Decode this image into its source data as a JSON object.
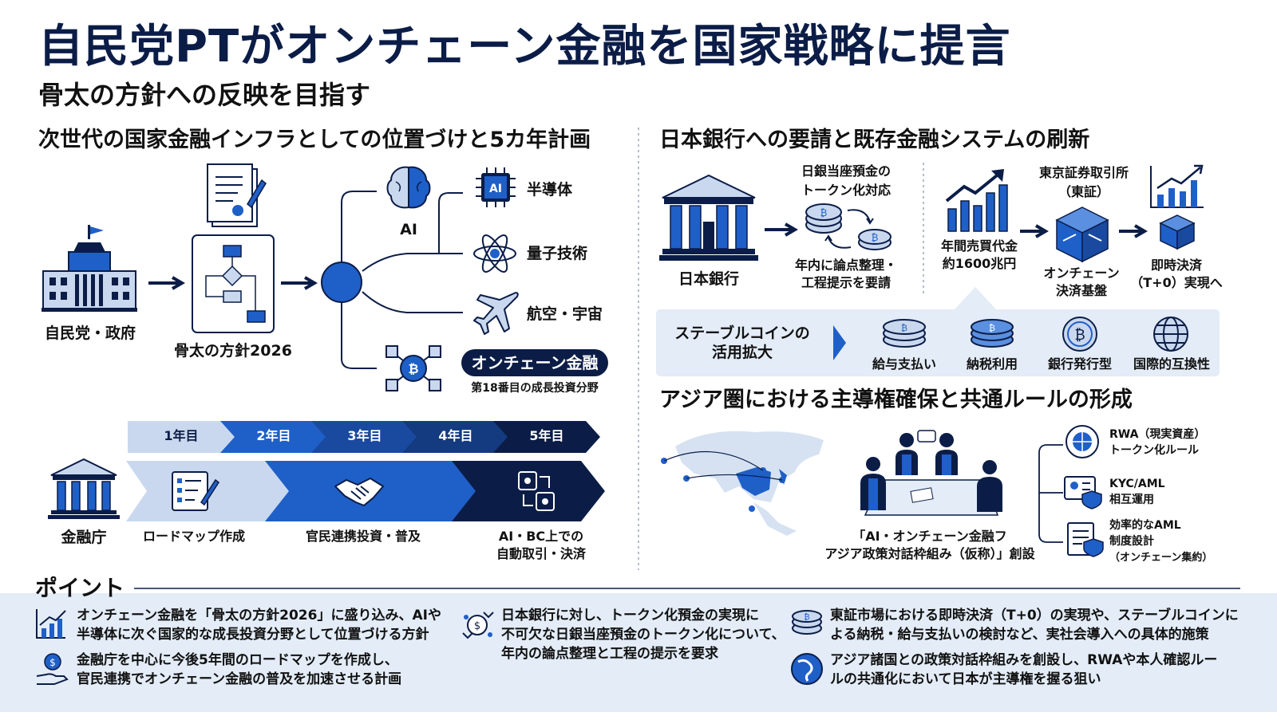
{
  "title": "自民党PTがオンチェーン金融を国家戦略に提言",
  "subtitle": "骨太の方針への反映を目指す",
  "left_section": {
    "heading": "次世代の国家金融インフラとしての位置づけと5カ年計画",
    "ldp": "自民党・政府",
    "honebuto": "骨太の方針2026",
    "fields": {
      "ai": "AI",
      "semiconductor": "半導体",
      "quantum": "量子技術",
      "aerospace": "航空・宇宙",
      "onchain": "オンチェーン金融",
      "onchain_note": "第18番目の成長投資分野"
    },
    "years": [
      "1年目",
      "2年目",
      "3年目",
      "4年目",
      "5年目"
    ],
    "fsa": "金融庁",
    "phases": [
      "ロードマップ作成",
      "官民連携投資・普及",
      "AI・BC上での",
      "自動取引・決済"
    ]
  },
  "right_section": {
    "heading": "日本銀行への要請と既存金融システムの刷新",
    "boj": "日本銀行",
    "deposit_title": [
      "日銀当座預金の",
      "トークン化対応"
    ],
    "deposit_note": [
      "年内に論点整理・",
      "工程提示を要請"
    ],
    "tse_title": [
      "東京証券取引所",
      "（東証）"
    ],
    "volume": [
      "年間売買代金",
      "約1600兆円"
    ],
    "onchain_base": [
      "オンチェーン",
      "決済基盤"
    ],
    "settlement": [
      "即時決済",
      "（T+0）実現へ"
    ],
    "stablecoin": [
      "ステーブルコインの",
      "活用拡大"
    ],
    "uses": [
      "給与支払い",
      "納税利用",
      "銀行発行型",
      "国際的互換性"
    ]
  },
  "asia_section": {
    "heading": "アジア圏における主導権確保と共通ルールの形成",
    "dialogue": [
      "「AI・オンチェーン金融フ",
      "アジア政策対話枠組み（仮称）」創設"
    ],
    "rules": [
      [
        "RWA（現実資産）",
        "トークン化ルール"
      ],
      [
        "KYC/AML",
        "相互運用"
      ],
      [
        "効率的なAML",
        "制度設計",
        "（オンチェーン集約）"
      ]
    ]
  },
  "points": {
    "heading": "ポイント",
    "items": [
      [
        "オンチェーン金融を「骨太の方針2026」に盛り込み、AIや",
        "半導体に次ぐ国家的な成長投資分野として位置づける方針"
      ],
      [
        "金融庁を中心に今後5年間のロードマップを作成し、",
        "官民連携でオンチェーン金融の普及を加速させる計画"
      ],
      [
        "日本銀行に対し、トークン化預金の実現に",
        "不可欠な日銀当座預金のトークン化について、",
        "年内の論点整理と工程の提示を要求"
      ],
      [
        "東証市場における即時決済（T+0）の実現や、ステーブルコインに",
        "よる納税・給与支払いの検討など、実社会導入への具体的施策"
      ],
      [
        "アジア諸国との政策対話枠組みを創設し、RWAや本人確認ルー",
        "ルの共通化において日本が主導権を握る狙い"
      ]
    ]
  },
  "colors": {
    "navy": "#0b1d47",
    "blue": "#1f5fc8",
    "light": "#e3ecf7"
  }
}
